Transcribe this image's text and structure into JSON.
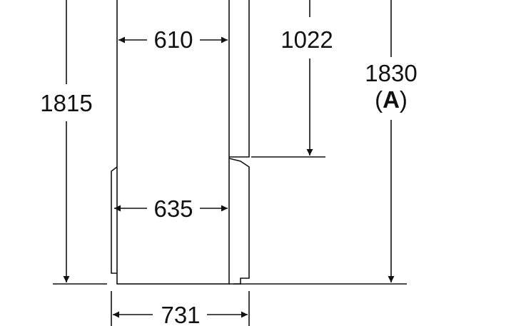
{
  "dimensions": {
    "total_height": "1815",
    "upper_width": "610",
    "section_height": "1022",
    "overall_height": "1830",
    "overall_height_marker_open": "(",
    "overall_height_marker": "A",
    "overall_height_marker_close": ")",
    "lower_width": "635",
    "overall_width": "731"
  },
  "colors": {
    "line": "#111111",
    "background": "#ffffff"
  }
}
